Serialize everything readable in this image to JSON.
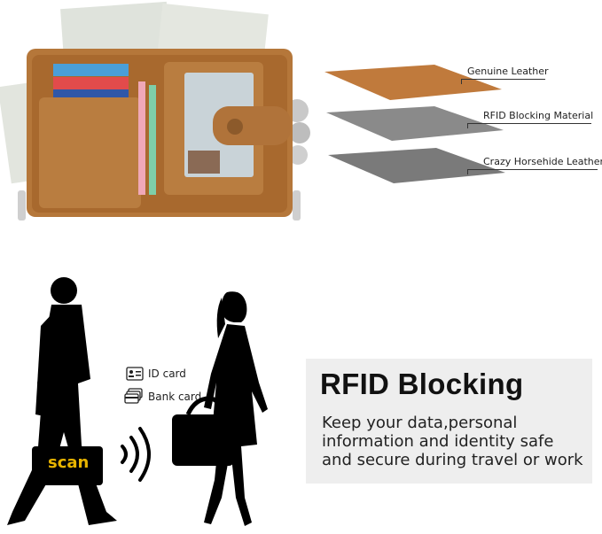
{
  "layers": [
    {
      "label": "Genuine Leather",
      "color": "#c07a3c"
    },
    {
      "label": "RFID Blocking Material",
      "color": "#8a8a8a"
    },
    {
      "label": "Crazy Horsehide Leather",
      "color": "#7a7a7a"
    }
  ],
  "cards": [
    {
      "label": "ID card",
      "icon": "id-card-icon"
    },
    {
      "label": "Bank card",
      "icon": "bank-card-icon"
    }
  ],
  "scan_label": "scan",
  "rfid": {
    "title": "RFID Blocking",
    "description": "Keep your data,personal information and identity safe and secure during travel or work"
  },
  "colors": {
    "leather": "#b5773a",
    "scan_accent": "#e8b400",
    "panel_bg": "#eeeeee"
  }
}
